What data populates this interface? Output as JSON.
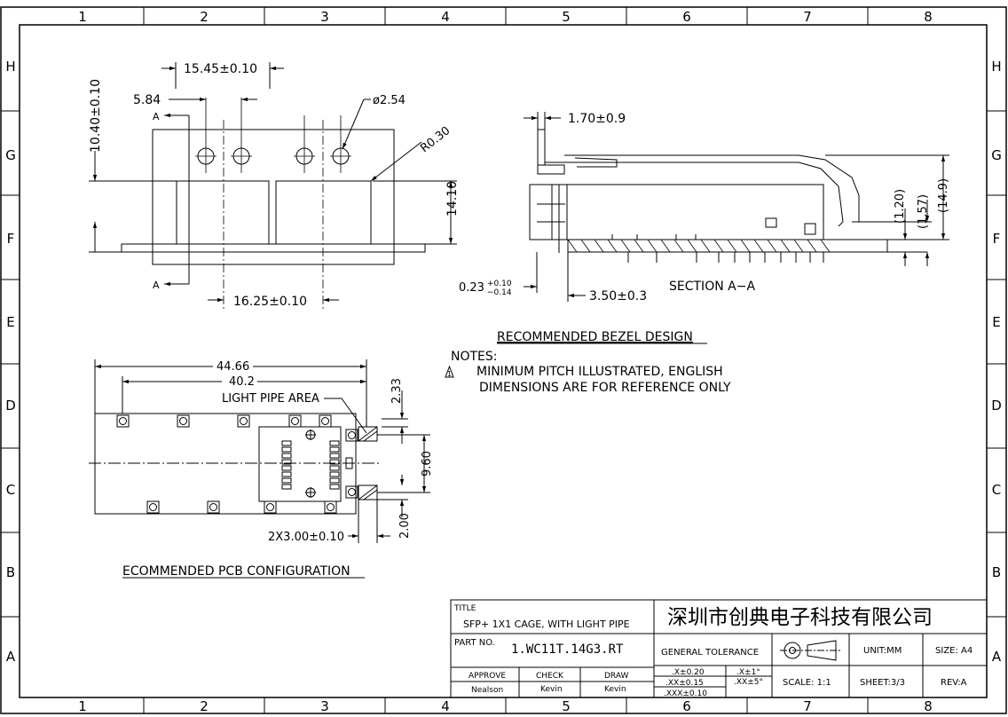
{
  "grid": {
    "cols": [
      "1",
      "2",
      "3",
      "4",
      "5",
      "6",
      "7",
      "8"
    ],
    "rows": [
      "H",
      "G",
      "F",
      "E",
      "D",
      "C",
      "B",
      "A"
    ]
  },
  "top_view": {
    "dim_width": "15.45±0.10",
    "dim_pitch": "5.84",
    "dim_hole": "ø2.54",
    "dim_radius": "R0.30",
    "dim_height": "10.40±0.10",
    "dim_height2": "14.10",
    "dim_bottom": "16.25±0.10",
    "section_mark": "A"
  },
  "section_view": {
    "dim_top": "1.70±0.9",
    "dim_tol_base": "0.23",
    "dim_tol_plus": "+0.10",
    "dim_tol_minus": "−0.14",
    "dim_bottom": "3.50±0.3",
    "dim_r1": "(1.20)",
    "dim_r2": "(1.57)",
    "dim_r3": "(14.9)",
    "label": "SECTION A−A"
  },
  "bezel_title": "RECOMMENDED BEZEL DESIGN",
  "notes": {
    "heading": "NOTES:",
    "line1": "MINIMUM PITCH ILLUSTRATED, ENGLISH",
    "line2": "DIMENSIONS ARE FOR REFERENCE ONLY",
    "warn_mark": "1"
  },
  "pcb": {
    "dim_overall": "44.66",
    "dim_inner": "40.2",
    "light_pipe": "LIGHT PIPE AREA",
    "dim_233": "2.33",
    "dim_960": "9.60",
    "dim_200": "2.00",
    "dim_slots": "2X3.00±0.10",
    "title": "ECOMMENDED PCB CONFIGURATION"
  },
  "title_block": {
    "title_label": "TITLE",
    "title": "SFP+ 1X1 CAGE, WITH LIGHT PIPE",
    "company": "深圳市创典电子科技有限公司",
    "part_label": "PART NO.",
    "part_no": "1.WC11T.14G3.RT",
    "gen_tol": "GENERAL TOLERANCE",
    "unit": "UNIT:MM",
    "size": "SIZE: A4",
    "approve_label": "APPROVE",
    "check_label": "CHECK",
    "draw_label": "DRAW",
    "approve": "Nealson",
    "check": "Kevin",
    "draw": "Kevin",
    "tol1": ".X±0.20",
    "tol2": ".XX±0.15",
    "tol3": ".XXX±0.10",
    "ang1": ".X±1°",
    "ang2": ".XX±5°",
    "scale": "SCALE:  1:1",
    "sheet": "SHEET:3/3",
    "rev": "REV:A"
  }
}
